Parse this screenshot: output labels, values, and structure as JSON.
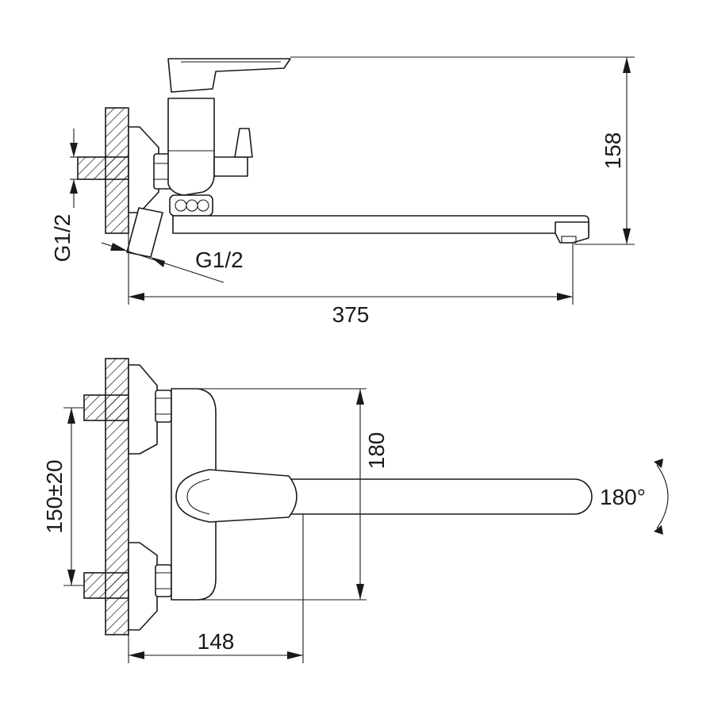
{
  "side_view": {
    "dim_height": "158",
    "dim_length": "375",
    "thread_inlet": "G1/2",
    "thread_outlet": "G1/2"
  },
  "top_view": {
    "dim_centers": "150±20",
    "dim_body": "180",
    "dim_depth": "148",
    "rotation": "180°"
  }
}
